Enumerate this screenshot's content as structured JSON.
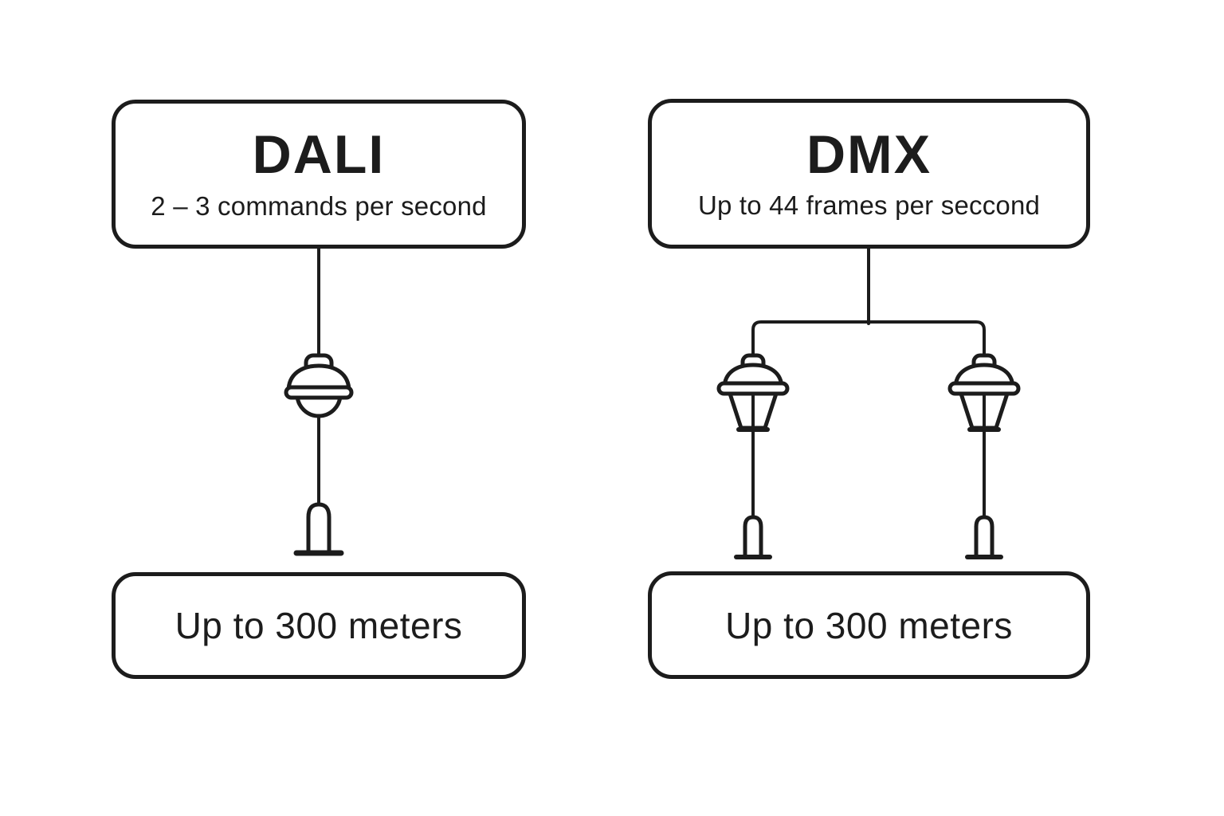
{
  "diagram": {
    "background_color": "#ffffff",
    "line_color": "#1c1c1c",
    "dali": {
      "title": "DALI",
      "subtitle": "2 – 3 commands per second",
      "footer": "Up to 300 meters",
      "fixture_count": 1
    },
    "dmx": {
      "title": "DMX",
      "subtitle": "Up to 44 frames per seccond",
      "footer": "Up to 300 meters",
      "fixture_count": 2
    },
    "icons": [
      "pendant-lamp-icon",
      "street-lantern-icon",
      "ground-post-icon"
    ]
  }
}
